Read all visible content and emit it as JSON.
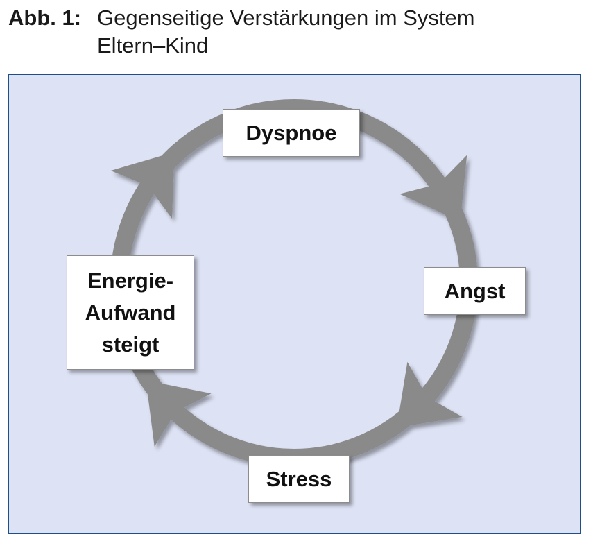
{
  "caption": {
    "label": "Abb. 1:",
    "text": "Gegenseitige Verstärkungen im System Eltern–Kind"
  },
  "diagram": {
    "type": "cycle",
    "direction": "clockwise",
    "nodes": [
      {
        "id": "dyspnoe",
        "label": "Dyspnoe"
      },
      {
        "id": "angst",
        "label": "Angst"
      },
      {
        "id": "stress",
        "label": "Stress"
      },
      {
        "id": "energie",
        "label": "Energie-\nAufwand\nsteigt"
      }
    ],
    "edges": [
      {
        "from": "Dyspnoe",
        "to": "Angst"
      },
      {
        "from": "Angst",
        "to": "Stress"
      },
      {
        "from": "Stress",
        "to": "Energie-Aufwand steigt"
      },
      {
        "from": "Energie-Aufwand steigt",
        "to": "Dyspnoe"
      }
    ]
  },
  "colors": {
    "frame_border": "#1d4f8c",
    "frame_fill": "#dde2f4",
    "arrow": "#8a8a8a",
    "node_fill": "#ffffff"
  }
}
